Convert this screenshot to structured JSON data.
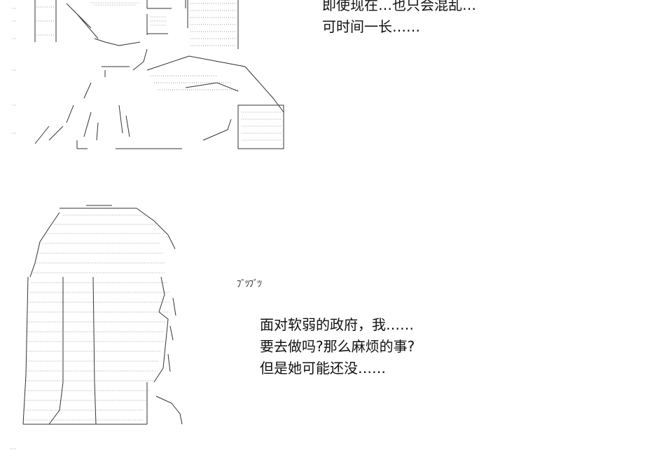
{
  "panel_top": {
    "dialogue": [
      "即使现在…也只会混乱…",
      "可时间一长……"
    ]
  },
  "panel_bottom": {
    "sound_effect": "ﾌﾞﾂﾌﾞﾂ",
    "dialogue": [
      "面对软弱的政府，我……",
      "要去做吗?那么麻烦的事?",
      "但是她可能还没……"
    ]
  }
}
